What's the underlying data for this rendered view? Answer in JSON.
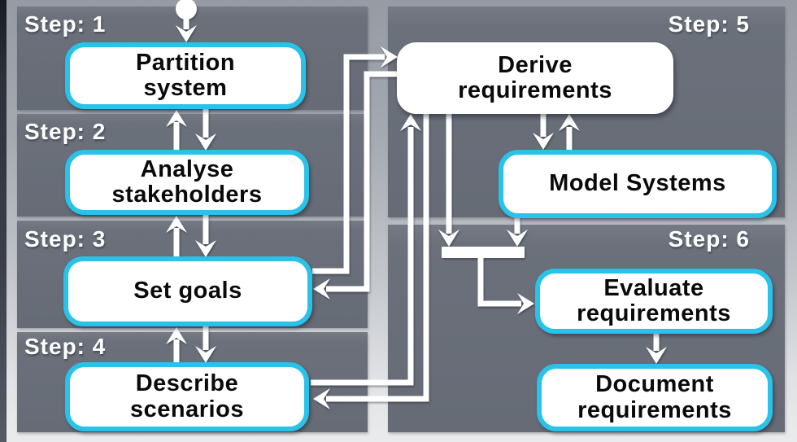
{
  "diagram": {
    "steps": [
      {
        "label": "Step: 1"
      },
      {
        "label": "Step: 2"
      },
      {
        "label": "Step: 3"
      },
      {
        "label": "Step: 4"
      },
      {
        "label": "Step: 5"
      },
      {
        "label": "Step: 6"
      }
    ],
    "nodes": {
      "partition_system": {
        "lines": [
          "Partition",
          "system"
        ]
      },
      "analyse_stakeholders": {
        "lines": [
          "Analyse",
          "stakeholders"
        ]
      },
      "set_goals": {
        "lines": [
          "Set goals"
        ]
      },
      "describe_scenarios": {
        "lines": [
          "Describe",
          "scenarios"
        ]
      },
      "derive_requirements": {
        "lines": [
          "Derive",
          "requirements"
        ]
      },
      "model_systems": {
        "lines": [
          "Model Systems"
        ]
      },
      "evaluate_requirements": {
        "lines": [
          "Evaluate",
          "requirements"
        ]
      },
      "document_requirements": {
        "lines": [
          "Document",
          "requirements"
        ]
      }
    },
    "colors": {
      "accent_cyan": "#29c3ea",
      "panel_gray": "#6a6f7a",
      "arrow_white": "#ffffff"
    }
  }
}
